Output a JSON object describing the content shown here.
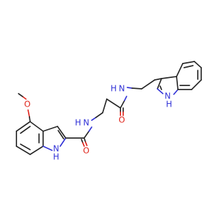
{
  "molecule": {
    "atom_labels": {
      "methoxy_oxygen": "O",
      "amide1_nh": "N",
      "amide1_nh_h": "H",
      "amide1_oxygen": "O",
      "indole1_nh": "N",
      "indole1_nh_h": "H",
      "amide2_nh": "N",
      "amide2_nh_h": "H",
      "amide2_oxygen": "O",
      "indole2_nh": "N",
      "indole2_nh_h": "H"
    },
    "colors": {
      "carbon_bond": "#262626",
      "nitrogen": "#3233d7",
      "oxygen": "#e0241b"
    }
  }
}
